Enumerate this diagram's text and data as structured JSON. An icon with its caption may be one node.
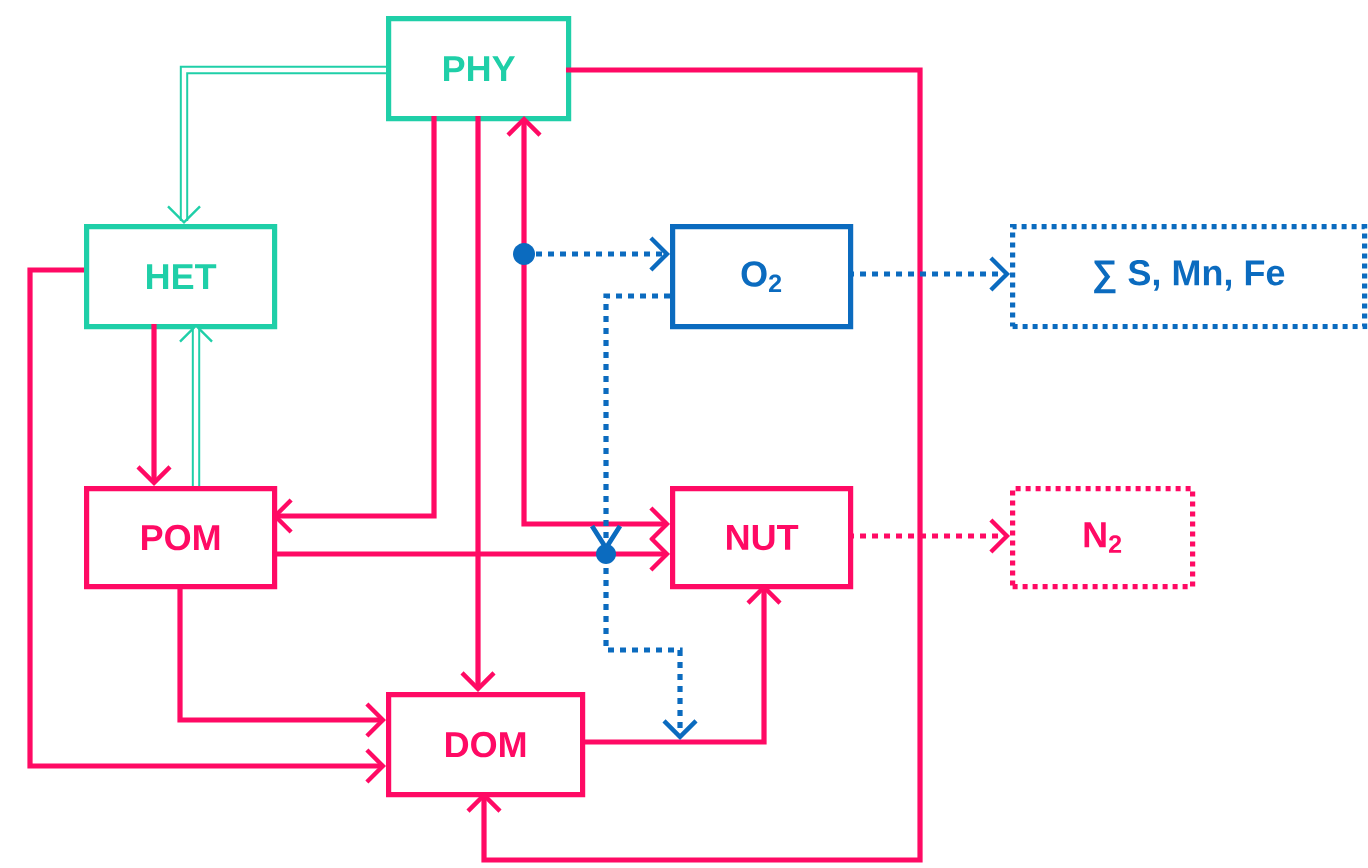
{
  "diagram": {
    "nodes": [
      {
        "text": [
          "PHY"
        ]
      },
      {
        "text": [
          "HET"
        ]
      },
      {
        "text": [
          "O$_{2}$"
        ]
      },
      {
        "text": [
          "∑ S, Mn, Fe"
        ]
      },
      {
        "text": [
          "POM"
        ]
      },
      {
        "text": [
          "NUT"
        ]
      },
      {
        "text": [
          "N$_{2}$"
        ]
      },
      {
        "text": [
          "DOM"
        ]
      }
    ],
    "edges": [
      {
        "from": 0,
        "to": 1,
        "arrow": "to",
        "color": "#1fcfa8"
      },
      {
        "from": 1,
        "to": 4,
        "arrow": "to"
      },
      {
        "from": 4,
        "to": 1,
        "arrow": "to",
        "color": "#1fcfa8"
      },
      {
        "from": 0,
        "to": 4,
        "arrow": "to"
      },
      {
        "from": 0,
        "to": 7,
        "arrow": "to"
      },
      {
        "from": 0,
        "to": 5,
        "arrow": "both"
      },
      {
        "from": 4,
        "to": 5,
        "arrow": "to"
      },
      {
        "from": 1,
        "to": 7,
        "arrow": "to"
      },
      {
        "from": 4,
        "to": 7,
        "arrow": "to"
      },
      {
        "from": 7,
        "to": 5,
        "arrow": "to"
      },
      {
        "from": 0,
        "to": 7,
        "arrow": "to"
      },
      {
        "from": null,
        "to": 2,
        "arrow": "to",
        "style": "dashed",
        "color": "#0b6bbf"
      },
      {
        "from": 2,
        "to": 3,
        "arrow": "to",
        "style": "dashed",
        "color": "#0b6bbf"
      },
      {
        "from": 2,
        "to": null,
        "arrow": "to",
        "style": "dashed",
        "color": "#0b6bbf"
      },
      {
        "from": 5,
        "to": 6,
        "arrow": "to",
        "style": "dashed"
      }
    ]
  }
}
